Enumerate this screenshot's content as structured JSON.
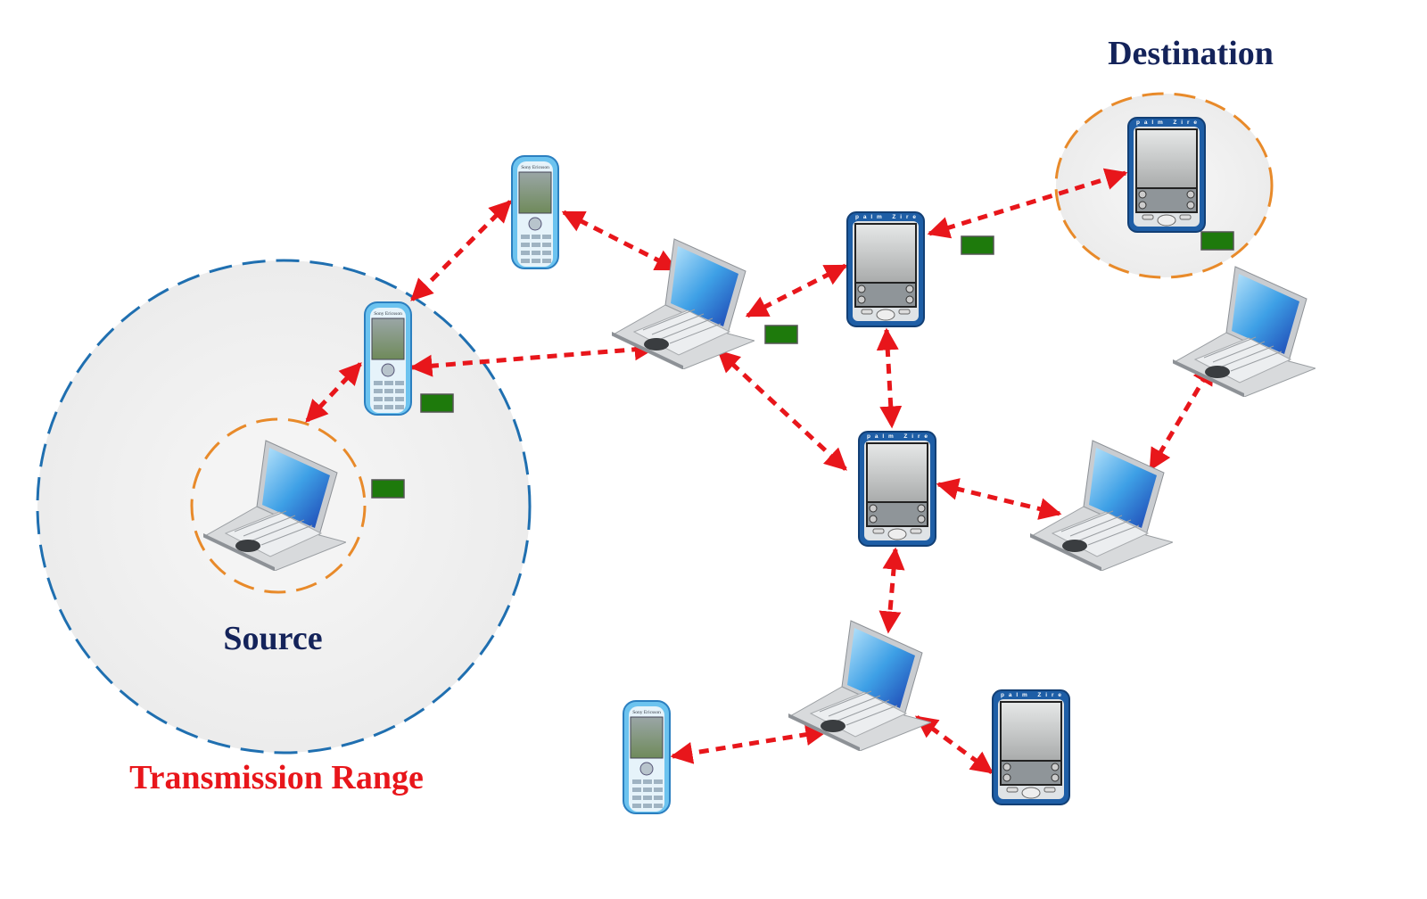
{
  "labels": {
    "destination": "Destination",
    "source": "Source",
    "transmission_range": "Transmission Range"
  },
  "device_logos": {
    "phone": "Sony Ericsson",
    "pda": "palm Zire"
  },
  "colors": {
    "link_arrow": "#e8161b",
    "packet": "#1e7a0c",
    "transmission_range_circle": "#1f6fb0",
    "node_circle": "#e88a2a",
    "label_dark": "#14235a",
    "label_red": "#e8161b"
  }
}
